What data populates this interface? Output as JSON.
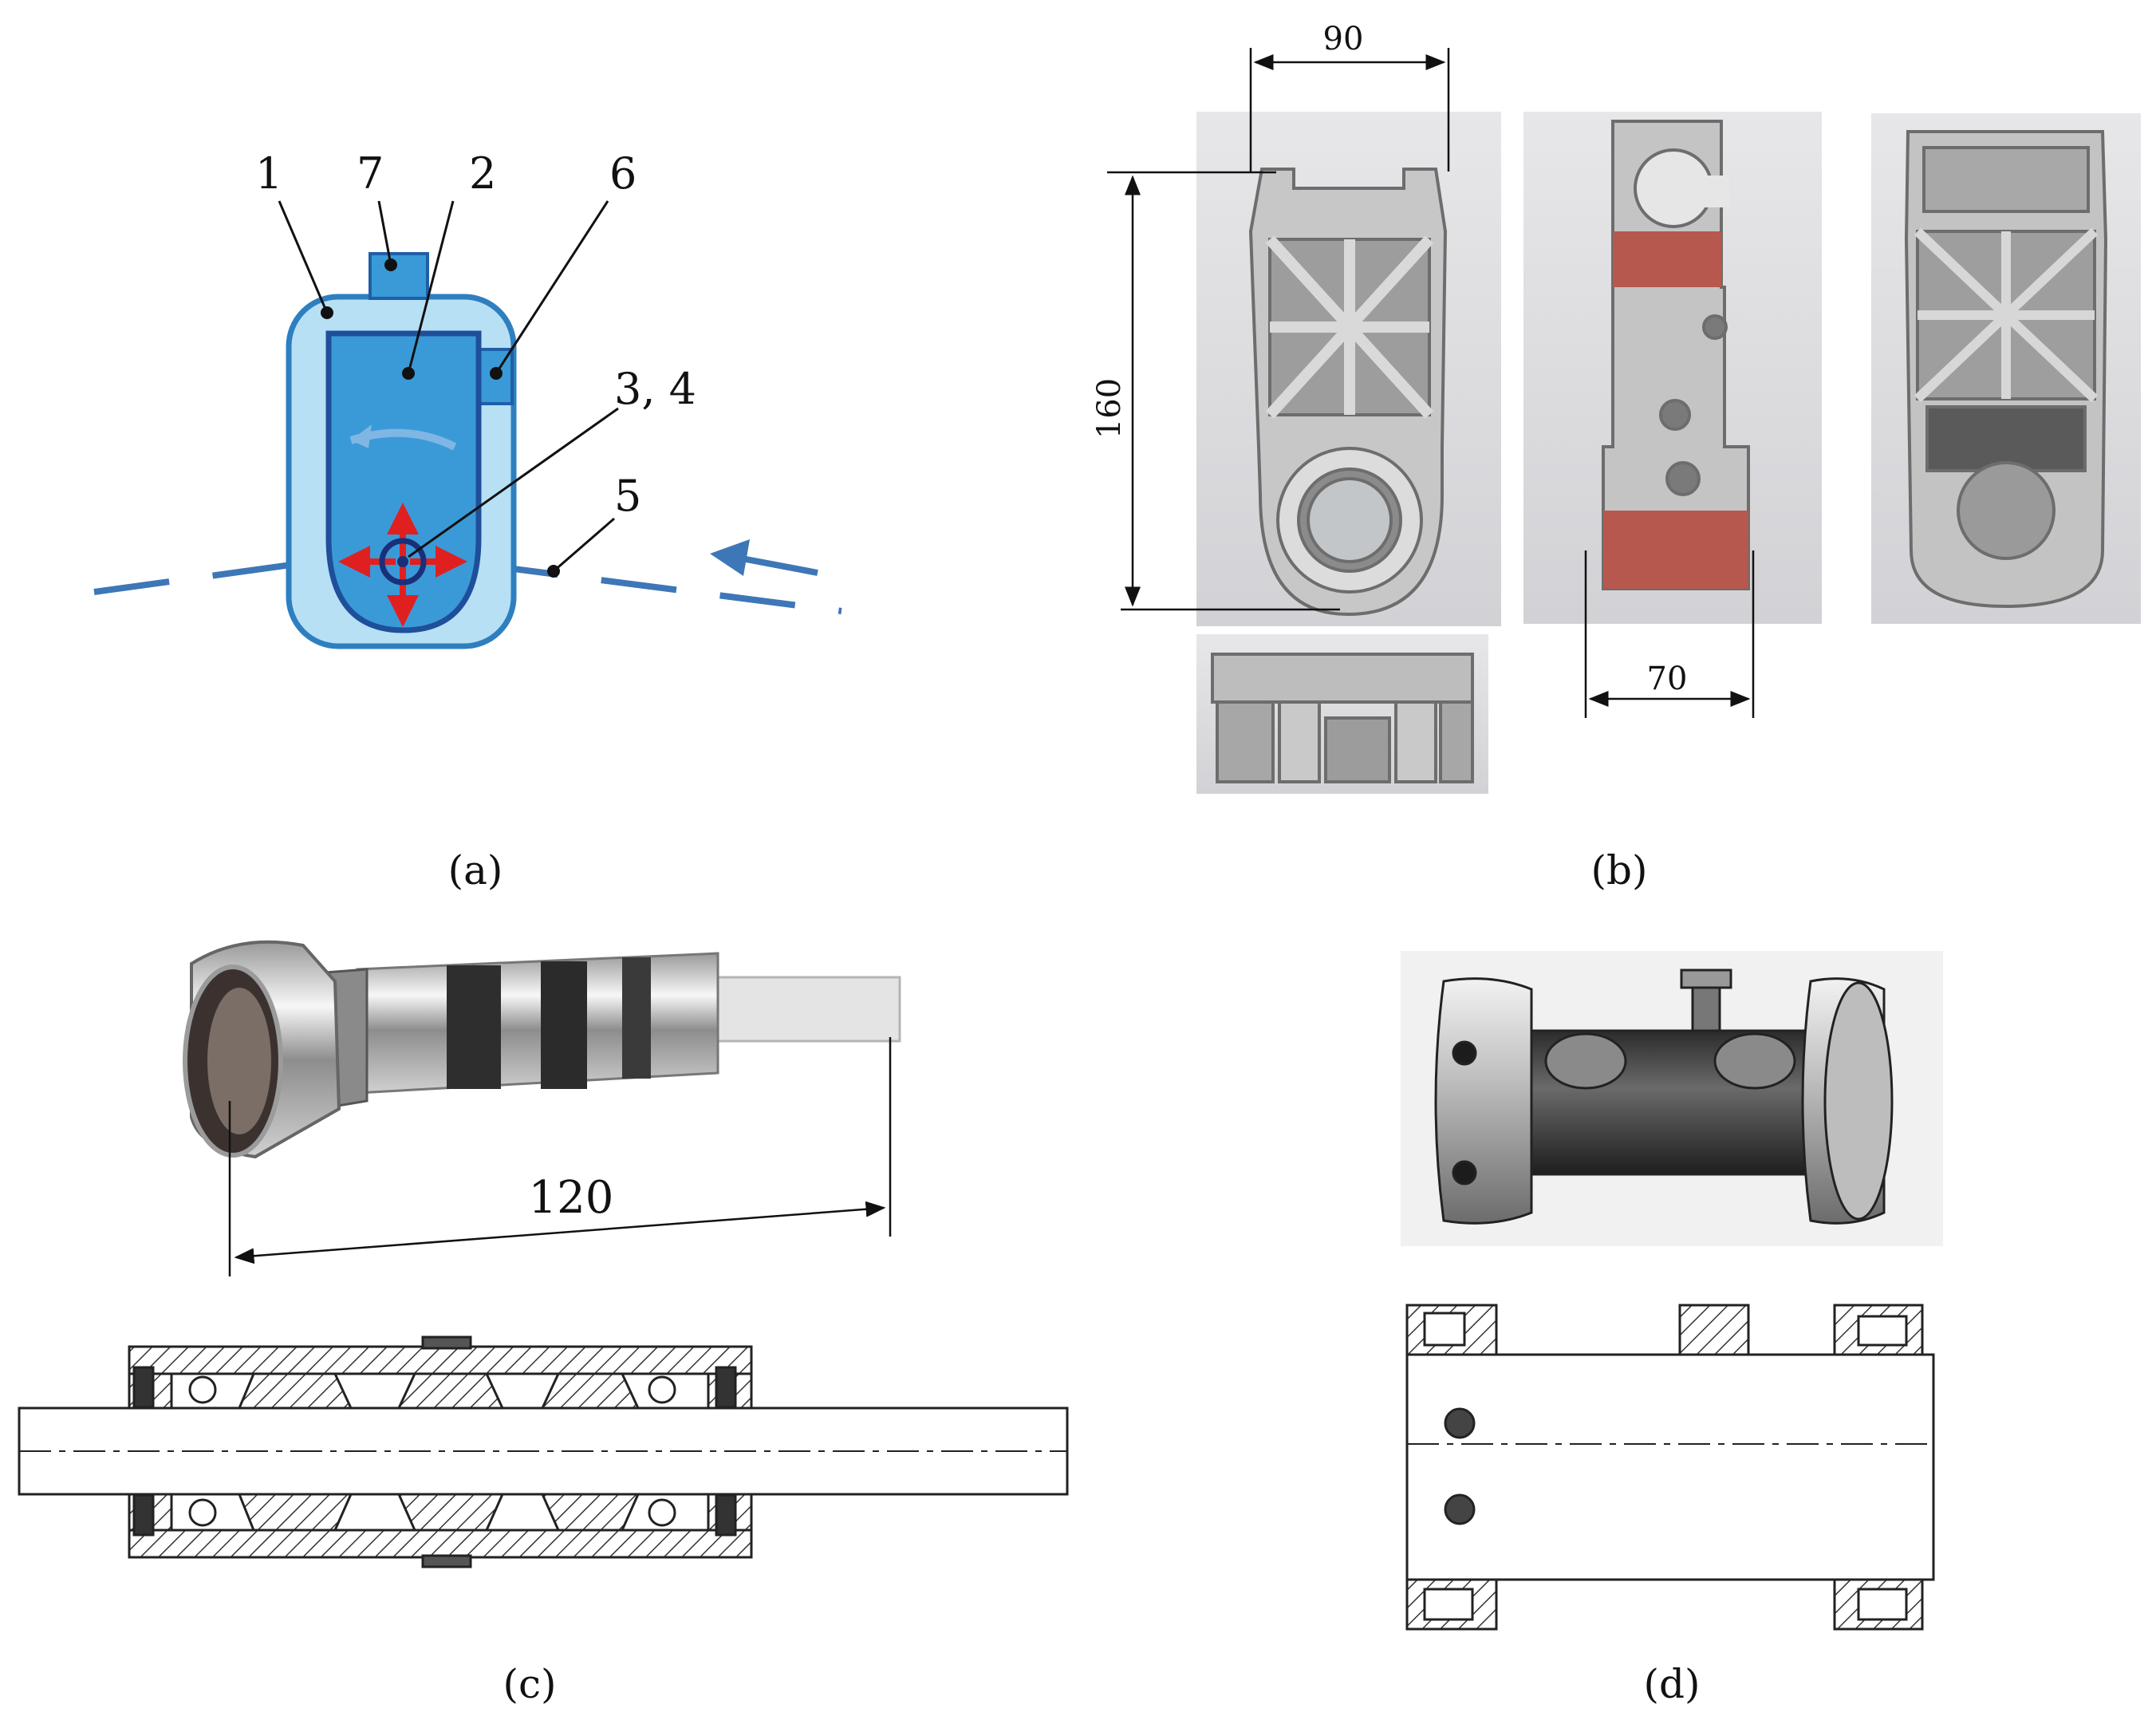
{
  "panels": {
    "a": {
      "caption": "(a)",
      "labels": {
        "l1": "1",
        "l7": "7",
        "l2": "2",
        "l6": "6",
        "l34": "3, 4",
        "l5": "5"
      },
      "colors": {
        "housing": "#b7e0f5",
        "housing_stroke": "#2e7fc0",
        "cavity": "#3a9ad8",
        "cavity_stroke": "#1f5fa8",
        "force_arrows": "#e02020",
        "flow": "#3d77b7"
      }
    },
    "b": {
      "caption": "(b)",
      "dimensions": {
        "width": "90",
        "height": "160",
        "depth": "70"
      }
    },
    "c": {
      "caption": "(c)",
      "dimensions": {
        "length": "120"
      }
    },
    "d": {
      "caption": "(d)"
    }
  }
}
